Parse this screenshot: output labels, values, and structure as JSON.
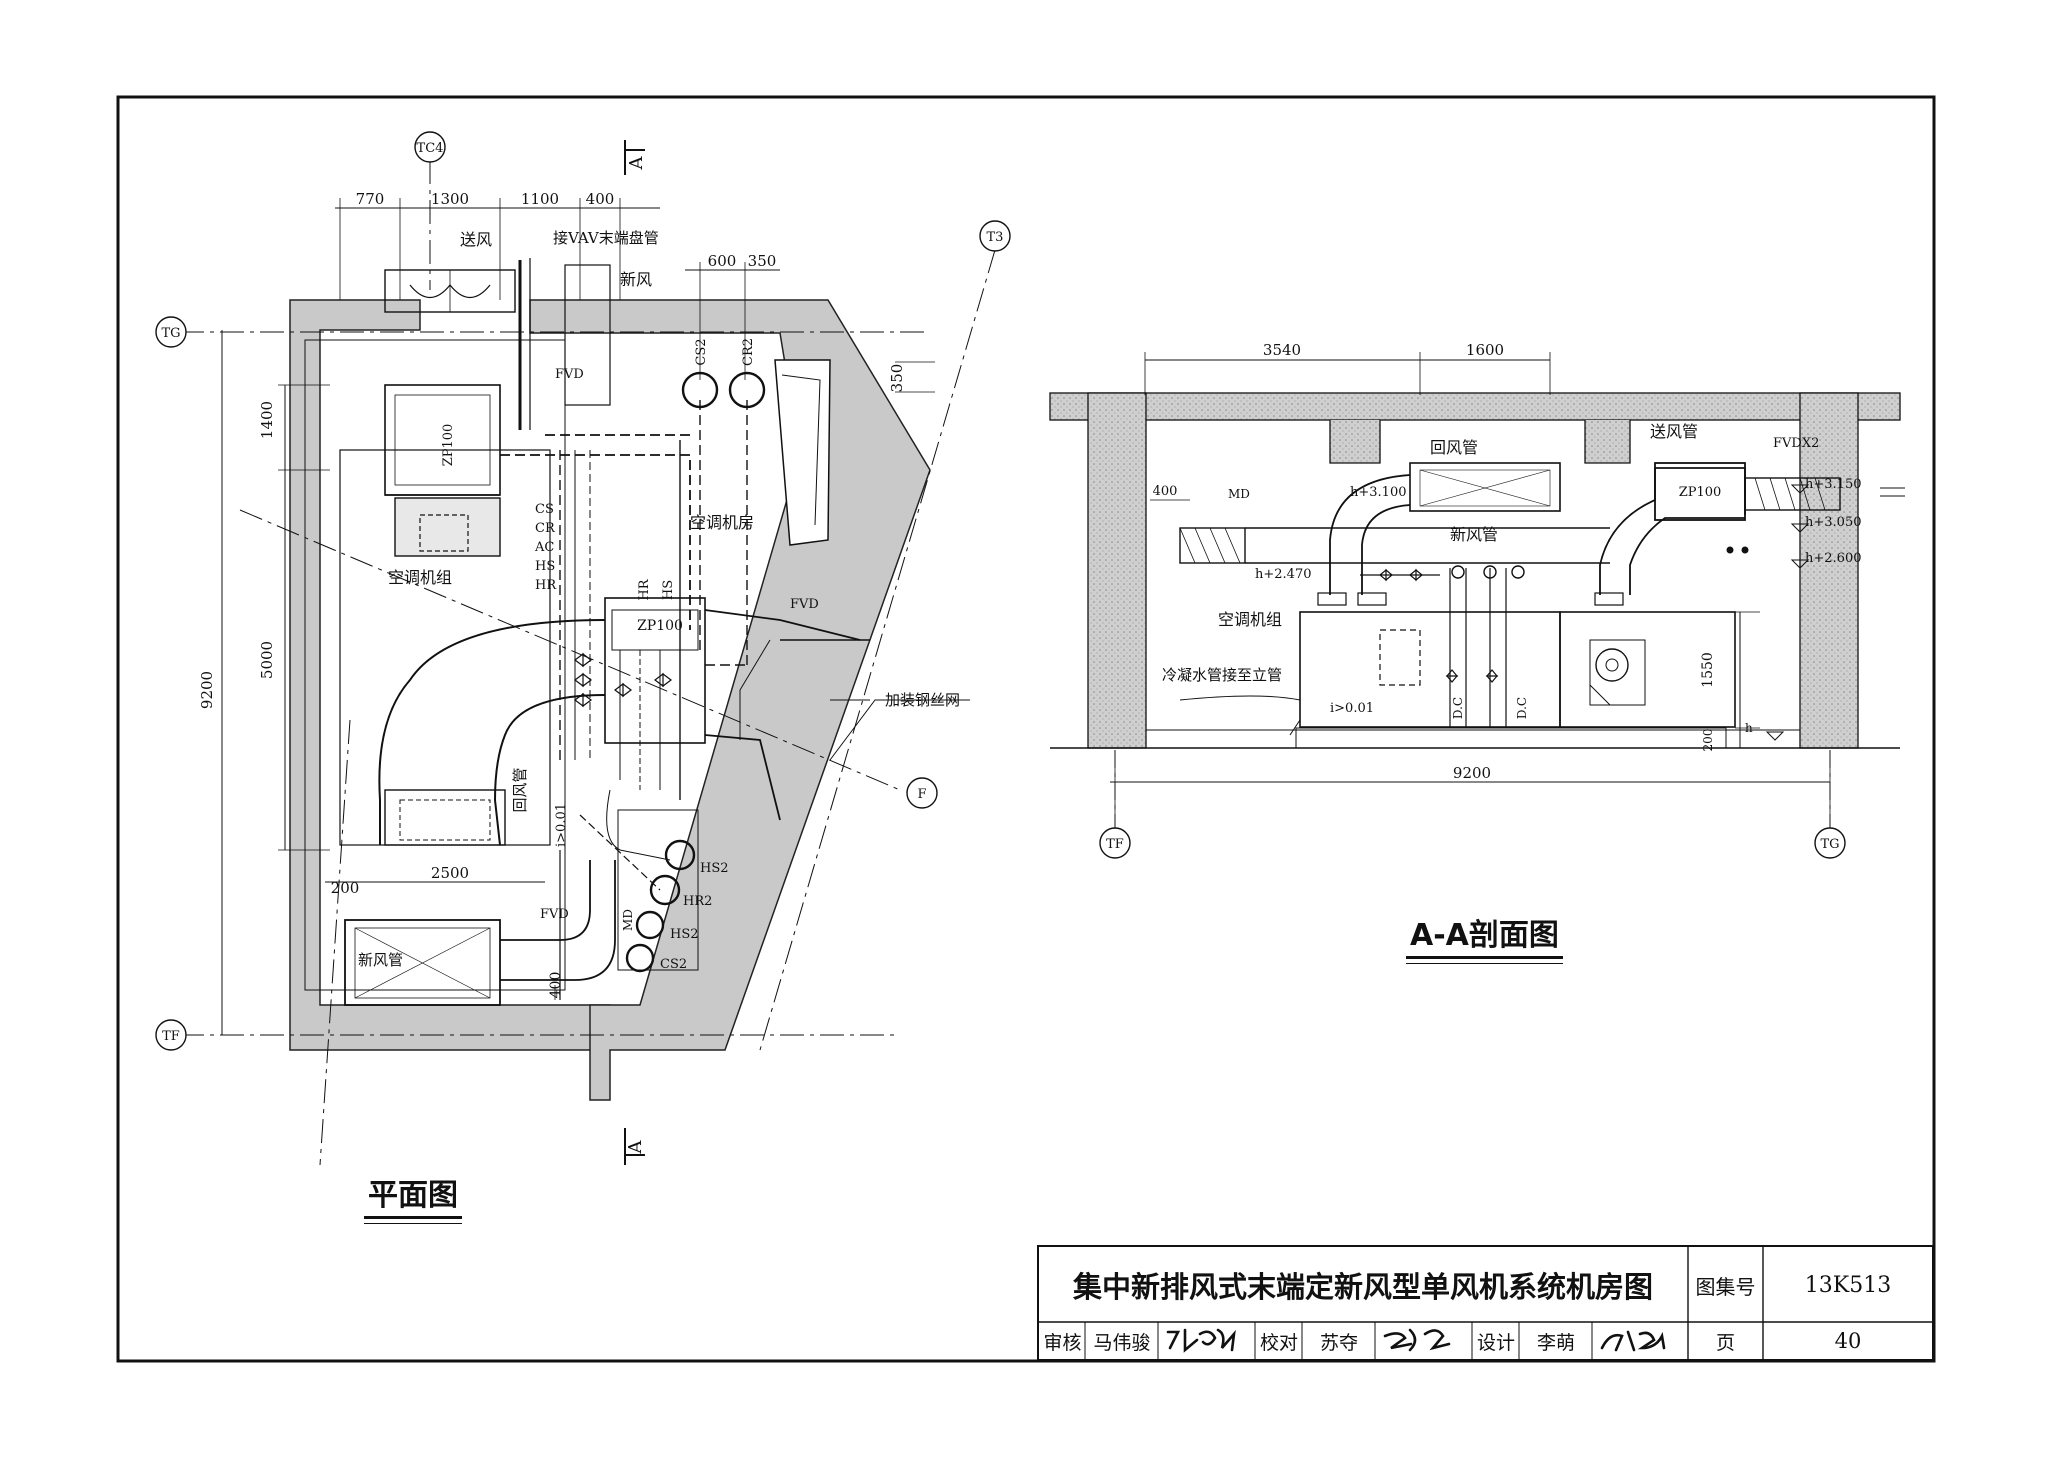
{
  "plan": {
    "caption": "平面图",
    "axes": {
      "tc4": "TC4",
      "t3": "T3",
      "tg": "TG",
      "tf": "TF",
      "f": "F"
    },
    "section_mark": "A",
    "dims_top": [
      "770",
      "1300",
      "1100",
      "400",
      "600",
      "350"
    ],
    "dims_left": [
      "1400",
      "5000",
      "9200"
    ],
    "dims_bottom": [
      "200",
      "2500",
      "400"
    ],
    "dim_350": "350",
    "labels": {
      "supply_air": "送风",
      "vav_branch": "接VAV末端盘管",
      "fresh_air": "新风",
      "fvd1": "FVD",
      "fvd2": "FVD",
      "fvd3": "FVD",
      "zp100_a": "ZP100",
      "zp100_b": "ZP100",
      "ahu": "空调机组",
      "room": "空调机房",
      "return_duct": "回风管",
      "mesh": "加装钢丝网",
      "fresh_duct": "新风管",
      "slope": "i>0.01",
      "cs2_top": "CS2",
      "cr2_top": "CR2",
      "hs2_a": "HS2",
      "hr2": "HR2",
      "hs2_b": "HS2",
      "cs2_b": "CS2",
      "md": "MD",
      "hr": "HR",
      "hs": "HS",
      "pipes": [
        "CS",
        "CR",
        "AC",
        "HS",
        "HR"
      ]
    }
  },
  "section": {
    "caption": "A-A剖面图",
    "axes": {
      "tf": "TF",
      "tg": "TG"
    },
    "dims_top": [
      "3540",
      "1600"
    ],
    "dim_400": "400",
    "dim_bottom": "9200",
    "dim_1550": "1550",
    "dim_200": "200",
    "labels": {
      "return_duct": "回风管",
      "supply_duct": "送风管",
      "fvdx2": "FVDX2",
      "zp100": "ZP100",
      "fresh_duct": "新风管",
      "md": "MD",
      "h3100": "h+3.100",
      "h2470": "h+2.470",
      "h3150": "h+3.150",
      "h3050": "h+3.050",
      "h2600": "h+2.600",
      "ahu": "空调机组",
      "condensate": "冷凝水管接至立管",
      "slope": "i>0.01",
      "dc1": "D.C",
      "dc2": "D.C",
      "h": "h"
    }
  },
  "title_block": {
    "title": "集中新排风式末端定新风型单风机系统机房图",
    "atlas_label": "图集号",
    "atlas_no": "13K513",
    "review_label": "审核",
    "reviewer": "马伟骏",
    "check_label": "校对",
    "checker": "苏夺",
    "design_label": "设计",
    "designer": "李萌",
    "page_label": "页",
    "page_no": "40"
  }
}
